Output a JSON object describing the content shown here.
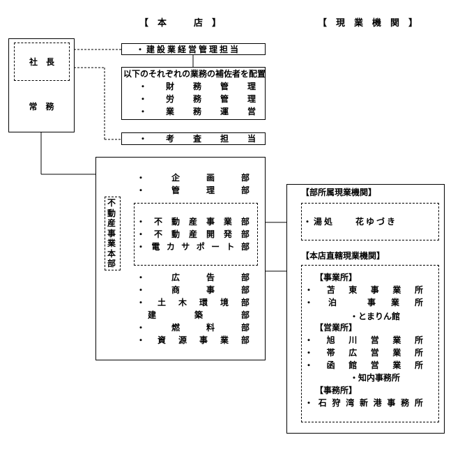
{
  "headers": {
    "honten": "【　本　　　店　】",
    "genba": "【　現　業　機　関　】"
  },
  "shacho": "社　長",
  "jomu": "常　務",
  "kensetsu": "・建設業経営管理担当",
  "hosa": {
    "title": "以下のそれぞれの業務の補佐者を配置",
    "items": [
      [
        "・",
        "財",
        "務",
        "管",
        "理"
      ],
      [
        "・",
        "労",
        "務",
        "管",
        "理"
      ],
      [
        "・",
        "業",
        "務",
        "運",
        "営"
      ]
    ]
  },
  "kosa": [
    "・",
    "考",
    "査",
    "担",
    "当"
  ],
  "depts_top": [
    [
      "・",
      "企",
      "画",
      "部"
    ],
    [
      "・",
      "管",
      "理",
      "部"
    ]
  ],
  "fudosan_honbu": [
    "不",
    "動",
    "産",
    "事",
    "業",
    "本",
    "部"
  ],
  "depts_fudosan": [
    [
      "・",
      "不",
      "動",
      "産",
      "事",
      "業",
      "部"
    ],
    [
      "・",
      "不",
      "動",
      "産",
      "開",
      "発",
      "部"
    ],
    [
      "・",
      "電",
      "カ",
      "サ",
      "ポ",
      "ー",
      "ト",
      "部"
    ]
  ],
  "depts_bottom": [
    [
      "・",
      "広",
      "告",
      "部"
    ],
    [
      "・",
      "商",
      "事",
      "部"
    ],
    [
      "・",
      "土",
      "木",
      "環",
      "境",
      "部"
    ],
    [
      "",
      "建",
      "築",
      "部"
    ],
    [
      "・",
      "燃",
      "料",
      "部"
    ],
    [
      "・",
      "資",
      "源",
      "事",
      "業",
      "部"
    ]
  ],
  "bushozoku": {
    "title": "【部所属現業機関】",
    "item": "・湯処　　花ゆづき"
  },
  "chokkatsu": {
    "title": "【本店直轄現業機関】",
    "jigyosho_title": "【事業所】",
    "jigyosho": [
      [
        "・",
        "苫",
        "東",
        "事",
        "業",
        "所"
      ],
      [
        "・",
        "泊",
        "",
        "事",
        "業",
        "所"
      ]
    ],
    "tomarin": "・とまりん館",
    "eigyosho_title": "【営業所】",
    "eigyosho": [
      [
        "・",
        "旭",
        "川",
        "営",
        "業",
        "所"
      ],
      [
        "・",
        "帯",
        "広",
        "営",
        "業",
        "所"
      ],
      [
        "・",
        "函",
        "館",
        "営",
        "業",
        "所"
      ]
    ],
    "shiranai": "・知内事務所",
    "jimusho_title": "【事務所】",
    "jimusho": [
      "・",
      "石",
      "狩",
      "湾",
      "新",
      "港",
      "事",
      "務",
      "所"
    ]
  }
}
